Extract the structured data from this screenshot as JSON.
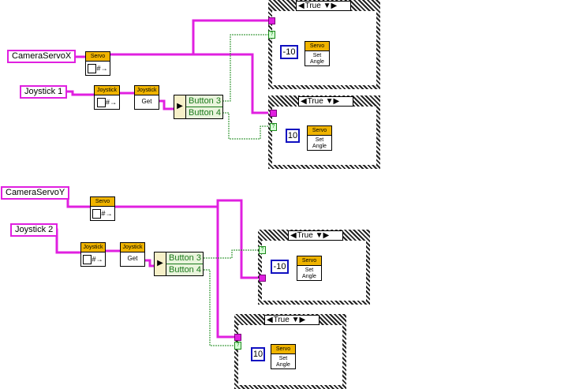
{
  "controls": {
    "camera_servo_x": "CameraServoX",
    "joystick_1": "Joystick 1",
    "camera_servo_y": "CameraServoY",
    "joystick_2": "Joystick 2"
  },
  "vis": {
    "servo_ref": "Servo",
    "joystick_ref": "Joystick",
    "get_bar": "Joystick",
    "get_label": "Get",
    "set_bar": "Servo",
    "set_label": "Set Angle",
    "ref_glyph": "#→"
  },
  "unbundle": {
    "button3": "Button 3",
    "button4": "Button 4"
  },
  "case": {
    "selector": "True",
    "left_arrow": "◀",
    "right_arrow": "▼▶",
    "bool_term": "?"
  },
  "constants": {
    "neg": "-10",
    "pos": "10"
  },
  "colors": {
    "refnum_wire": "#e020e0",
    "bool_wire": "#1a8a1a",
    "vi_header": "#f0b400",
    "numeric_const_border": "#1010c0"
  }
}
